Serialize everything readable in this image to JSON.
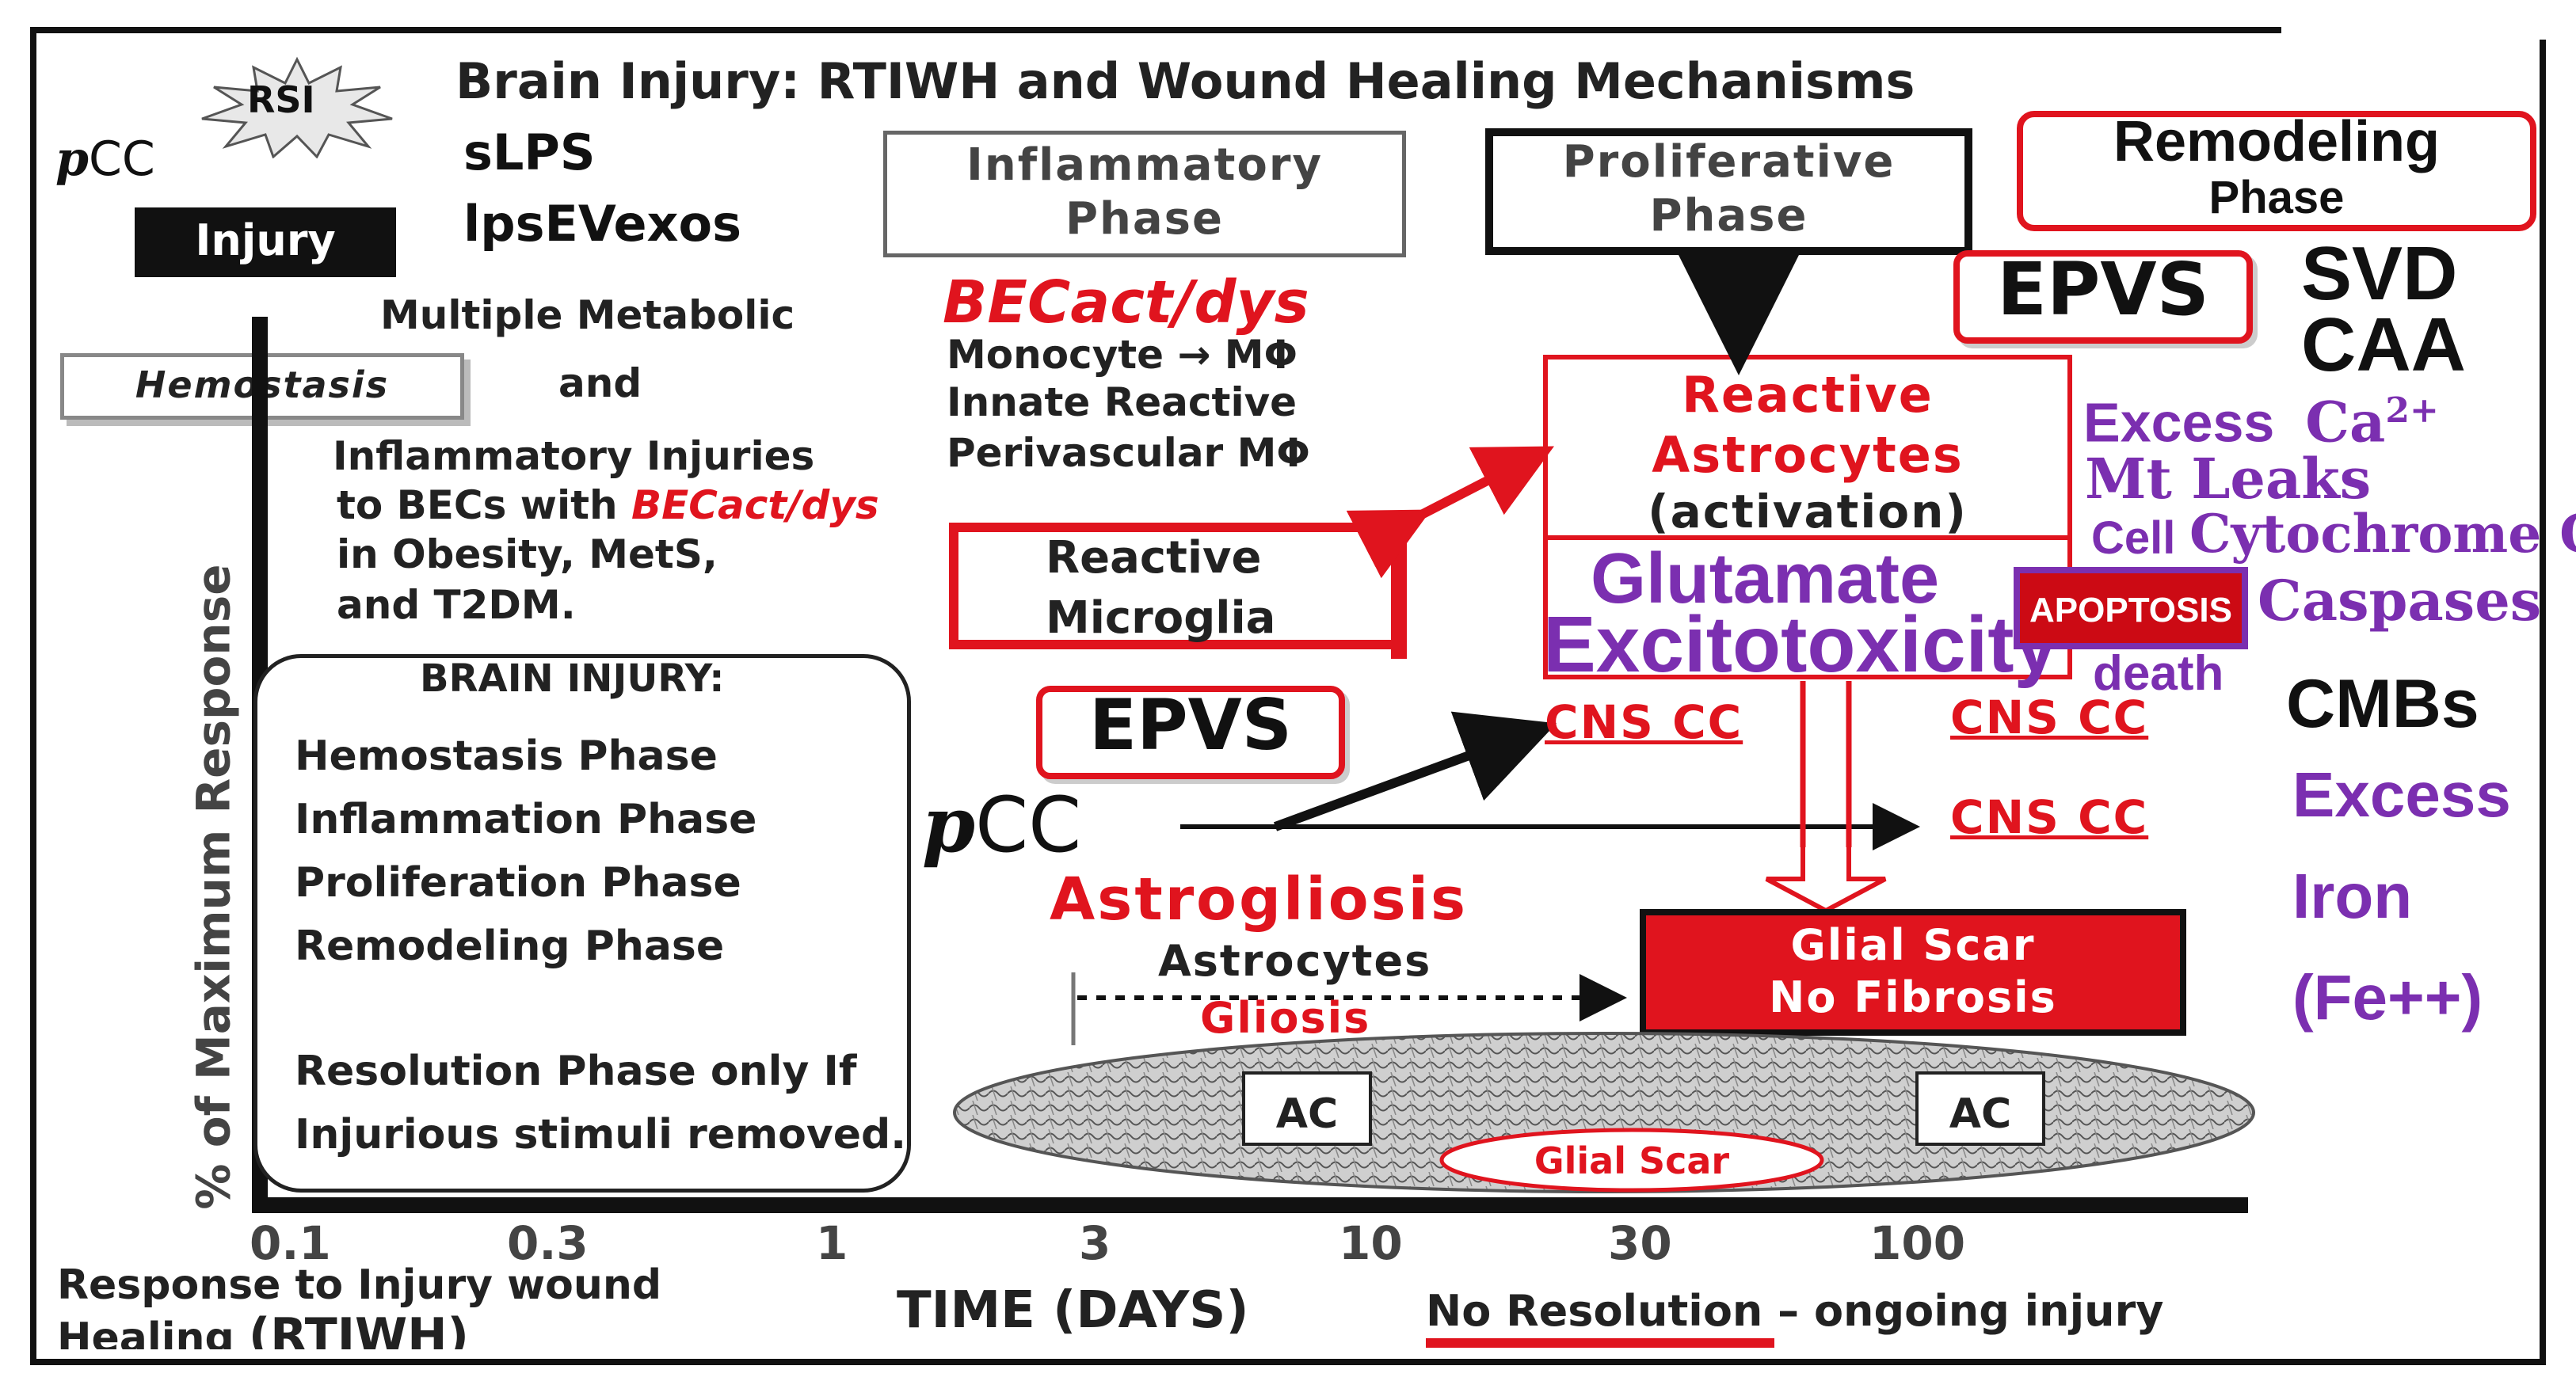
{
  "title": "Brain Injury: RTIWH and Wound Healing Mechanisms",
  "badge": "RSI",
  "left": {
    "pcc_p": "p",
    "pcc_cc": "CC",
    "slps": "sLPS",
    "lpsevexos": "lpsEVexos",
    "injury": "Injury",
    "hemostasis": "Hemostasis",
    "text_line1": "Multiple Metabolic",
    "text_and": "and",
    "text_line3": "Inflammatory Injuries",
    "text_line4a": "to BECs with ",
    "text_line4b": "BECact/dys",
    "text_line5": "in Obesity, MetS,",
    "text_line6": "and T2DM.",
    "yaxis_label": "% of Maximum Response"
  },
  "legend_box": {
    "heading": "BRAIN INJURY:",
    "items": [
      "Hemostasis Phase",
      "Inflammation Phase",
      "Proliferation Phase",
      "Remodeling Phase"
    ],
    "note_line1": "Resolution Phase only If",
    "note_line2": "Injurious stimuli removed."
  },
  "phases": {
    "inflammatory": [
      "Inflammatory",
      "Phase"
    ],
    "proliferative": [
      "Proliferative",
      "Phase"
    ],
    "remodeling": [
      "Remodeling",
      "Phase"
    ]
  },
  "inflammatory_block": {
    "becact": "BECact/dys",
    "line1": "Monocyte → MΦ",
    "line2": "Innate Reactive",
    "line3": "Perivascular MΦ"
  },
  "reactive_microglia": [
    "Reactive",
    "Microglia"
  ],
  "epvs_mid": "EPVS",
  "epvs_right": "EPVS",
  "reactive_astrocytes": [
    "Reactive",
    "Astrocytes",
    "(activation)"
  ],
  "glutamate": "Glutamate",
  "excitotoxicity": "Excitotoxicity",
  "pcc_mid_p": "p",
  "pcc_mid_cc": "CC",
  "cns_cc": [
    "CNS  CC",
    "CNS  CC",
    "CNS CC"
  ],
  "astrogliosis": "Astrogliosis",
  "astrocytes_label": "Astrocytes",
  "gliosis_label": "Gliosis",
  "glial_scar_box": [
    "Glial Scar",
    "No Fibrosis"
  ],
  "ellipse": {
    "ac_left": "AC",
    "ac_right": "AC",
    "scar": "Glial Scar"
  },
  "right_column": {
    "svd": "SVD",
    "caa": "CAA",
    "excess": "Excess",
    "ca": "Ca",
    "ca_sup": "2+",
    "mt_leaks": "Mt Leaks",
    "cell": "Cell",
    "cytochrome": "Cytochrome C",
    "apoptosis": "APOPTOSIS",
    "caspases": "Caspases",
    "death": "death",
    "cmbs": "CMBs",
    "iron": [
      "Excess",
      "Iron",
      "(Fe++)"
    ]
  },
  "xaxis": {
    "ticks": [
      "0.1",
      "0.3",
      "1",
      "3",
      "10",
      "30",
      "100"
    ],
    "label": "TIME (DAYS)"
  },
  "footer": {
    "rtiwh_line1": "Response to Injury wound",
    "rtiwh_line2a": "Healing ",
    "rtiwh_line2b": "(RTIWH)",
    "no_resolution": "No Resolution",
    "ongoing": " – ongoing injury"
  },
  "colors": {
    "red": "#e0141e",
    "purple": "#7b2fb0",
    "black": "#111111"
  }
}
